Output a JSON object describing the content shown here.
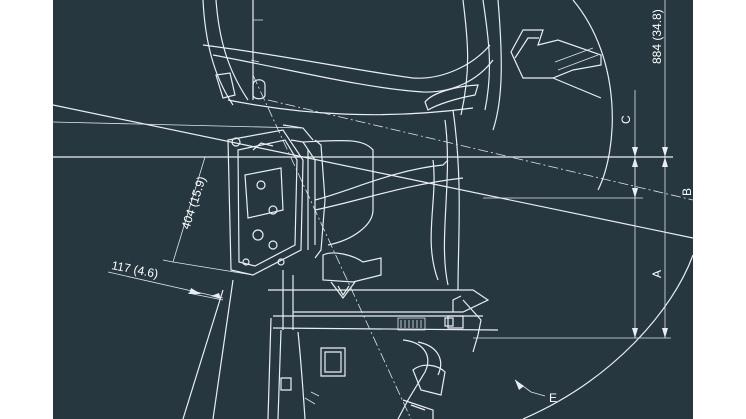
{
  "drawing": {
    "dimensions": {
      "d117": "117  (4.6)",
      "d404": "404  (15.9)",
      "d884": "884  (34.8)"
    },
    "callouts": {
      "a": "A",
      "b": "B",
      "c": "C",
      "e": "E"
    },
    "colors": {
      "background": "#263740",
      "linework": "#e9eef2",
      "margin": "#ffffff"
    }
  }
}
